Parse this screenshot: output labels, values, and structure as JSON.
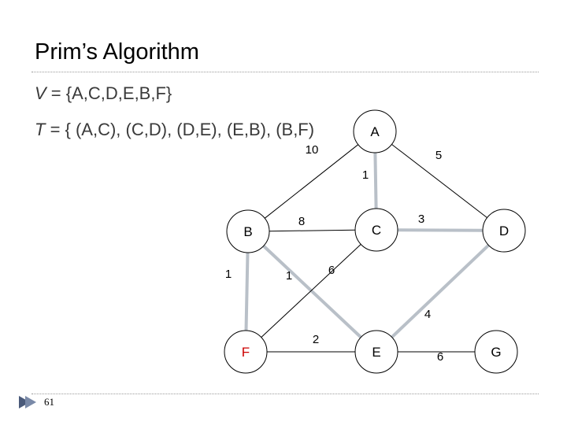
{
  "slide": {
    "title": "Prim’s Algorithm",
    "v_var": "V",
    "v_set": " =  {A,C,D,E,B,F}",
    "t_var": "T",
    "t_set": " = { (A,C),  (C,D),  (D,E),  (E,B),  (B,F)",
    "page_number": "61"
  },
  "graph": {
    "nodes": [
      {
        "id": "A",
        "label": "A",
        "color": "#000000"
      },
      {
        "id": "B",
        "label": "B",
        "color": "#000000"
      },
      {
        "id": "C",
        "label": "C",
        "color": "#000000"
      },
      {
        "id": "D",
        "label": "D",
        "color": "#000000"
      },
      {
        "id": "E",
        "label": "E",
        "color": "#000000"
      },
      {
        "id": "F",
        "label": "F",
        "color": "#cc0000"
      },
      {
        "id": "G",
        "label": "G",
        "color": "#000000"
      }
    ],
    "edges": [
      {
        "from": "A",
        "to": "B",
        "weight": "10",
        "in_tree": false
      },
      {
        "from": "A",
        "to": "C",
        "weight": "1",
        "in_tree": true
      },
      {
        "from": "A",
        "to": "D",
        "weight": "5",
        "in_tree": false
      },
      {
        "from": "B",
        "to": "C",
        "weight": "8",
        "in_tree": false
      },
      {
        "from": "C",
        "to": "D",
        "weight": "3",
        "in_tree": true
      },
      {
        "from": "B",
        "to": "F",
        "weight": "1",
        "in_tree": true
      },
      {
        "from": "B",
        "to": "E",
        "weight": "1",
        "in_tree": true
      },
      {
        "from": "C",
        "to": "F",
        "weight": "6",
        "in_tree": false
      },
      {
        "from": "D",
        "to": "E",
        "weight": "4",
        "in_tree": true
      },
      {
        "from": "F",
        "to": "E",
        "weight": "2",
        "in_tree": false
      },
      {
        "from": "E",
        "to": "G",
        "weight": "6",
        "in_tree": false
      }
    ],
    "colors": {
      "tree_edge": "#b9c0c8",
      "other_edge": "#000000",
      "node_stroke": "#000000",
      "node_fill": "#ffffff"
    }
  }
}
